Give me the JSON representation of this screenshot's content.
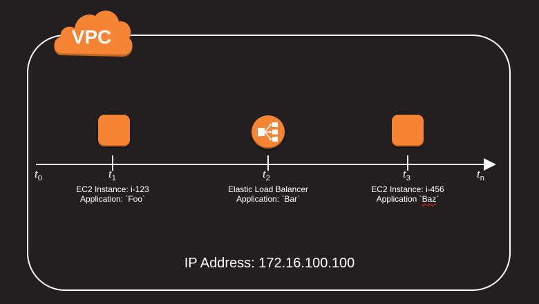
{
  "vpc": {
    "label": "VPC",
    "cloud_color": "#f58535"
  },
  "timeline": {
    "ticks": [
      {
        "symbol": "t",
        "subscript": "0"
      },
      {
        "symbol": "t",
        "subscript": "1"
      },
      {
        "symbol": "t",
        "subscript": "2"
      },
      {
        "symbol": "t",
        "subscript": "3"
      },
      {
        "symbol": "t",
        "subscript": "n"
      }
    ]
  },
  "nodes": [
    {
      "icon": "ec2-instance-icon",
      "line1": "EC2 Instance: i-123",
      "line2_prefix": "Application: `",
      "line2_name": "Foo",
      "line2_suffix": "`"
    },
    {
      "icon": "elastic-load-balancer-icon",
      "line1": "Elastic Load Balancer",
      "line2_prefix": "Application: `",
      "line2_name": "Bar",
      "line2_suffix": "`"
    },
    {
      "icon": "ec2-instance-icon",
      "line1": "EC2 Instance: i-456",
      "line2_prefix": "Application `",
      "line2_name": "Baz",
      "line2_suffix": "`"
    }
  ],
  "ip_address": {
    "text": "IP Address: 172.16.100.100"
  },
  "colors": {
    "background": "#231f20",
    "accent": "#f58535",
    "line": "#ffffff"
  }
}
